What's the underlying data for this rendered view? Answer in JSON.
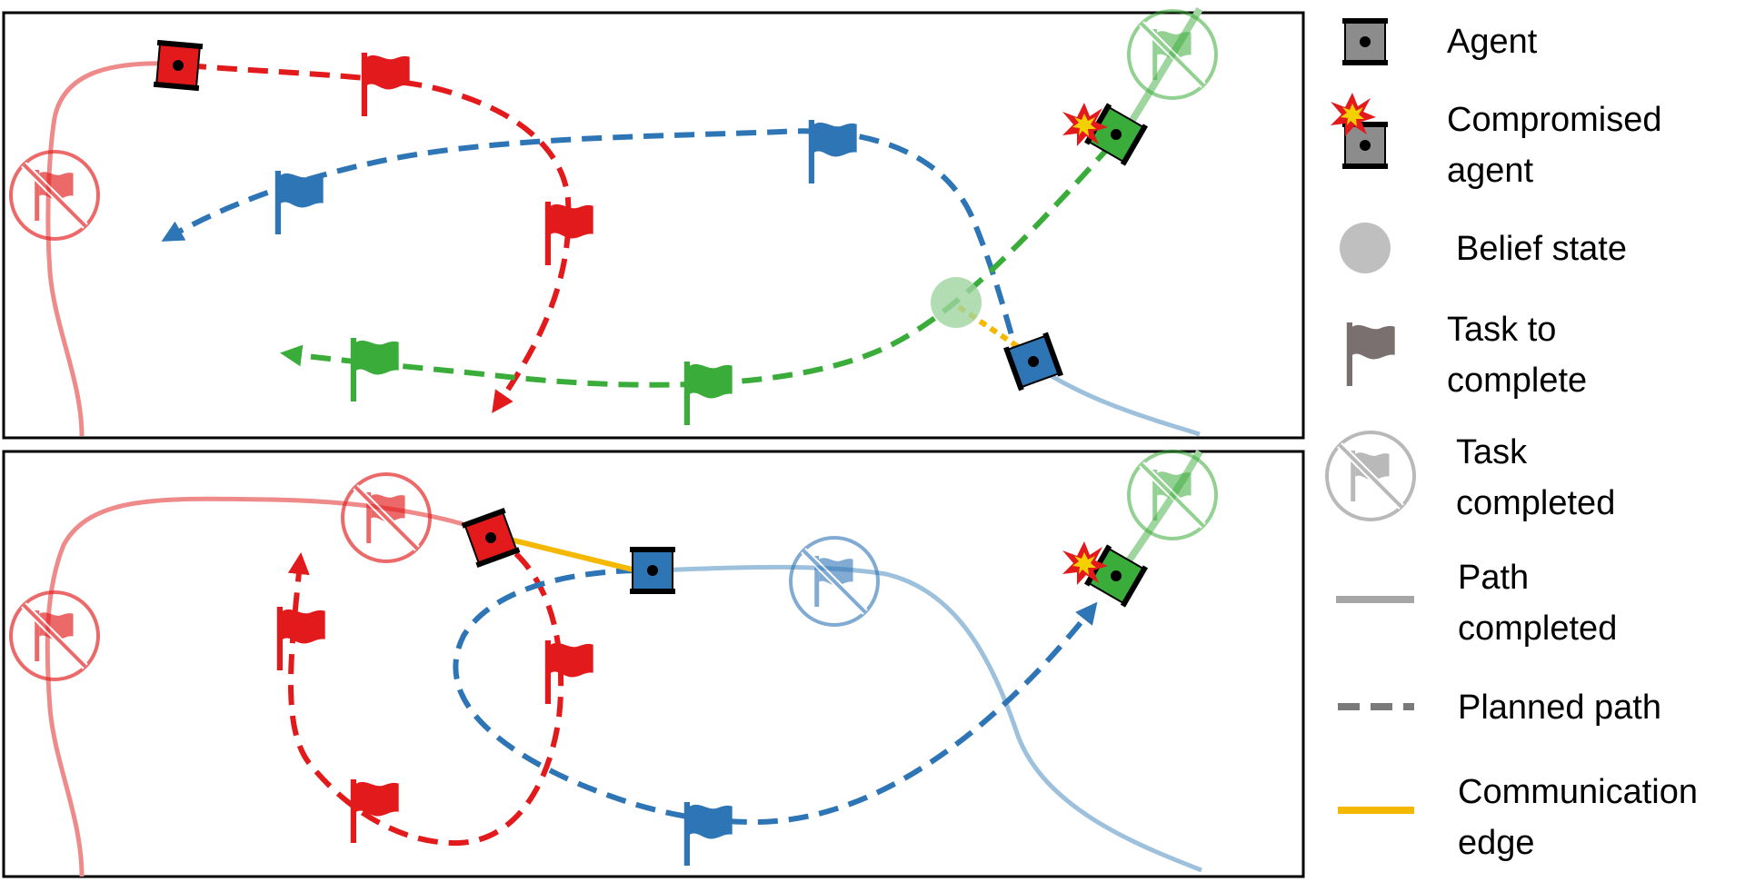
{
  "colors": {
    "red": "#e31a1c",
    "red_faded": "#ee8a8a",
    "blue": "#2e75b6",
    "blue_faded": "#9dc0dc",
    "green": "#3aac3a",
    "green_faded": "#9fd59f",
    "gray": "#8c8c8c",
    "yellow": "#f5b800",
    "belief": "#b8b8b8"
  },
  "legend": {
    "agent": "Agent",
    "compromised_line1": "Compromised",
    "compromised_line2": "agent",
    "belief": "Belief state",
    "task_line1": "Task to",
    "task_line2": "complete",
    "completed_line1": "Task",
    "completed_line2": "completed",
    "path_completed_line1": "Path",
    "path_completed_line2": "completed",
    "planned": "Planned path",
    "comm_line1": "Communication",
    "comm_line2": "edge"
  },
  "icons": {
    "agent": "robot-icon",
    "flag": "flag-icon",
    "task_completed": "crossed-flag-icon",
    "explosion": "explosion-icon"
  }
}
